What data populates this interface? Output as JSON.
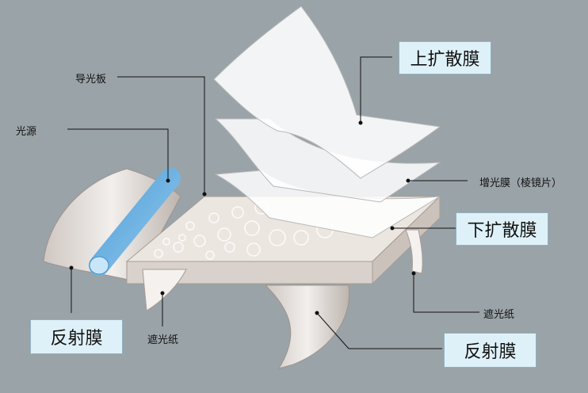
{
  "labels": {
    "light_guide_plate": "导光板",
    "light_source": "光源",
    "upper_diffuser": "上扩散膜",
    "prism_film": "增光膜（棱镜片）",
    "lower_diffuser": "下扩散膜",
    "shading_paper_right": "遮光纸",
    "shading_paper_left": "遮光纸",
    "reflector_left": "反射膜",
    "reflector_right": "反射膜"
  },
  "colors": {
    "background": "#9aa3a8",
    "label_box": "#dff1f8",
    "lamp": "#7fbfe8",
    "film": "#ffffff"
  }
}
